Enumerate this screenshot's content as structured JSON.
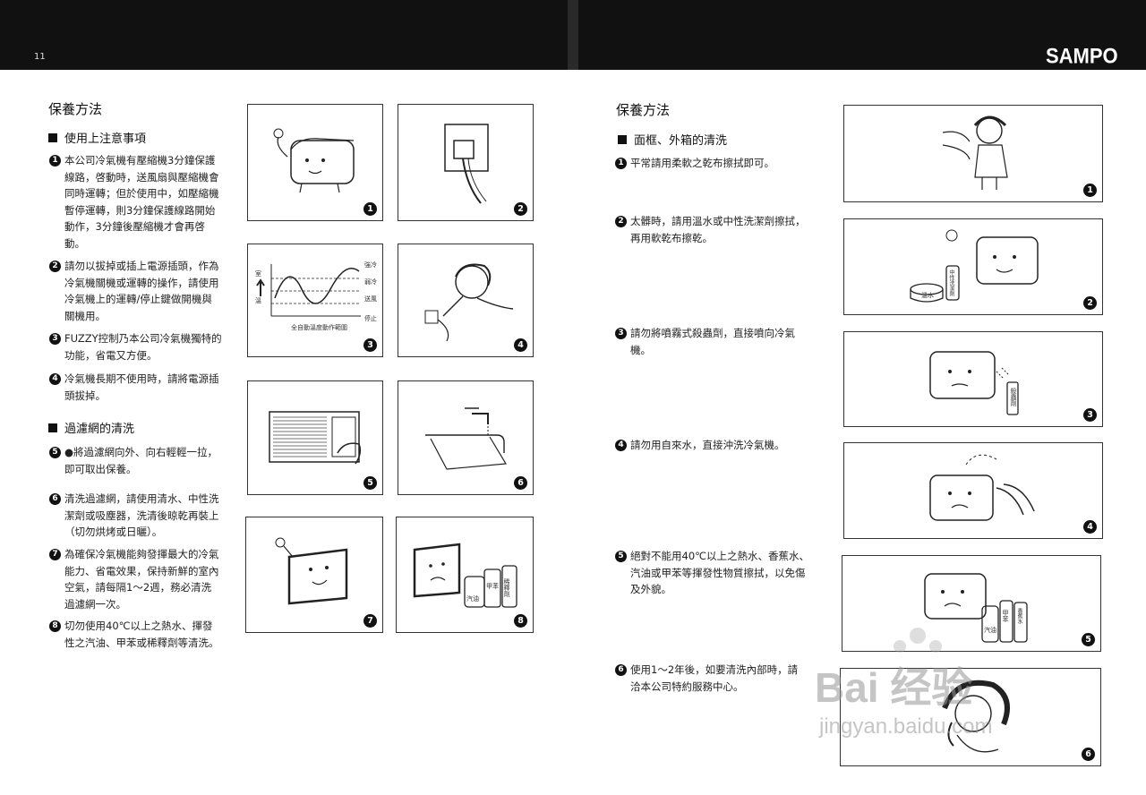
{
  "header": {
    "page_number": "11",
    "brand": "SAMPO"
  },
  "left": {
    "title": "保養方法",
    "section1": {
      "heading": "使用上注意事項",
      "items": [
        {
          "n": "1",
          "lines": [
            "本公司冷氣機有壓縮機3分鐘保護",
            "線路，啓動時，送風扇與壓縮機會",
            "同時運轉；但於使用中，如壓縮機",
            "暫停運轉，則3分鐘保護線路開始",
            "動作，3分鐘後壓縮機才會再啓",
            "動。"
          ]
        },
        {
          "n": "2",
          "lines": [
            "請勿以拔掉或插上電源插頭，作為",
            "冷氣機關機或運轉的操作，請使用",
            "冷氣機上的運轉/停止鍵做開機與",
            "關機用。"
          ]
        },
        {
          "n": "3",
          "lines": [
            "FUZZY控制乃本公司冷氣機獨特的",
            "功能，省電又方便。"
          ]
        },
        {
          "n": "4",
          "lines": [
            "冷氣機長期不使用時，請將電源插",
            "頭拔掉。"
          ]
        }
      ]
    },
    "section2": {
      "heading": "過濾網的清洗",
      "items": [
        {
          "n": "5",
          "lines": [
            "●將過濾網向外、向右輕輕一拉，",
            "即可取出保養。"
          ]
        },
        {
          "n": "6",
          "lines": [
            "清洗過濾網，請使用清水、中性洗",
            "潔劑或吸塵器，洗清後晾乾再裝上",
            "（切勿烘烤或日曬）。"
          ]
        },
        {
          "n": "7",
          "lines": [
            "為確保冷氣機能夠發揮最大的冷氣",
            "能力、省電效果，保持新鮮的室內",
            "空氣，請每隔1～2週，務必清洗",
            "過濾網一次。"
          ]
        },
        {
          "n": "8",
          "lines": [
            "切勿使用40℃以上之熱水、揮發",
            "性之汽油、甲苯或稀釋劑等清洗。"
          ]
        }
      ]
    },
    "panels": [
      "1",
      "2",
      "3",
      "4",
      "5",
      "6",
      "7",
      "8"
    ],
    "chart_labels": {
      "y_top": "室",
      "y_bottom": "溫",
      "strong": "強冷",
      "weak": "弱冷",
      "fan": "送風",
      "stop": "停止",
      "caption": "全自動溫度動作範圍"
    },
    "bottle_labels": {
      "a": "汽油",
      "b": "甲苯",
      "c": "稀釋劑"
    }
  },
  "right": {
    "title": "保養方法",
    "heading": "面框、外箱的清洗",
    "items": [
      {
        "n": "1",
        "lines": [
          "平常請用柔軟之乾布擦拭即可。"
        ]
      },
      {
        "n": "2",
        "lines": [
          "太髒時，請用溫水或中性洗潔劑擦拭，",
          "再用軟乾布擦乾。"
        ]
      },
      {
        "n": "3",
        "lines": [
          "請勿將噴霧式殺蟲劑，直接噴向冷氣",
          "機。"
        ]
      },
      {
        "n": "4",
        "lines": [
          "請勿用自來水，直接沖洗冷氣機。"
        ]
      },
      {
        "n": "5",
        "lines": [
          "絕對不能用40℃以上之熱水、香蕉水、",
          "汽油或甲苯等揮發性物質擦拭，以免傷",
          "及外貌。"
        ]
      },
      {
        "n": "6",
        "lines": [
          "使用1～2年後，如要清洗內部時，請",
          "洽本公司特約服務中心。"
        ]
      }
    ],
    "panels": [
      "1",
      "2",
      "3",
      "4",
      "5",
      "6"
    ],
    "labels": {
      "warm": "溫水",
      "detergent": "中性洗潔劑",
      "spray": "殺蟲劑",
      "gas": "汽油",
      "toluene": "甲苯",
      "banana": "香蕉水"
    }
  },
  "watermark": {
    "text": "Bai 经验",
    "url": "jingyan.baidu.com"
  }
}
